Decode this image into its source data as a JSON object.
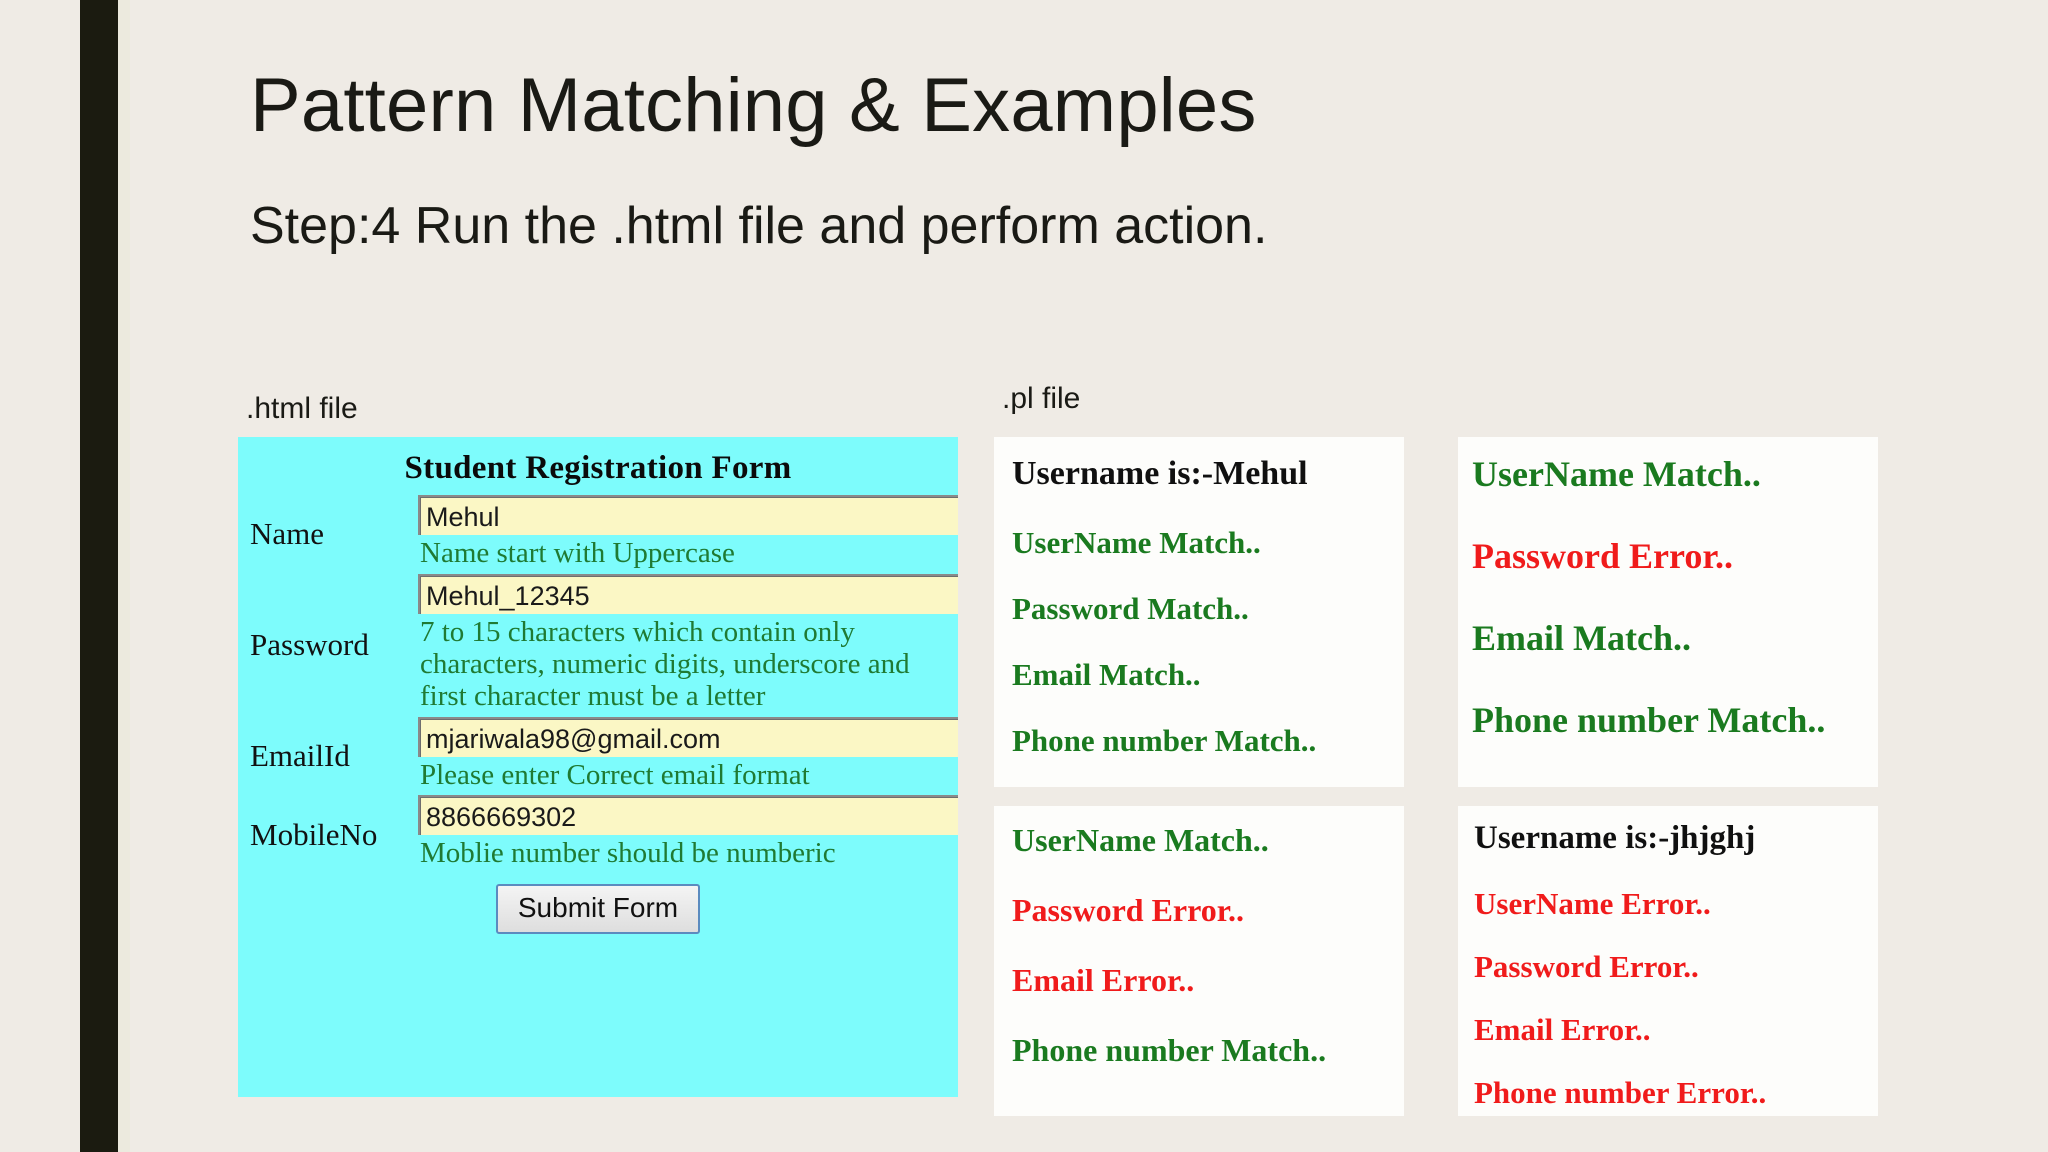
{
  "slide": {
    "title": "Pattern Matching & Examples",
    "subtitle": "Step:4 Run the .html file and perform action.",
    "bg_color": "#efebe5",
    "bar_color": "#1b1b10"
  },
  "captions": {
    "html_file": ".html file",
    "pl_file": ".pl file"
  },
  "form": {
    "title": "Student Registration Form",
    "bg_color": "#7dfcfc",
    "input_bg_color": "#fbf7c5",
    "hint_color": "#1f7a33",
    "submit_label": "Submit Form",
    "fields": [
      {
        "label": "Name",
        "value": "Mehul",
        "hint": "Name start with Uppercase",
        "name": "name"
      },
      {
        "label": "Password",
        "value": "Mehul_12345",
        "hint": "7 to 15 characters which contain only characters, numeric digits, underscore and first character must be a letter",
        "name": "password"
      },
      {
        "label": "EmailId",
        "value": "mjariwala98@gmail.com",
        "hint": "Please enter Correct email format",
        "name": "emailid"
      },
      {
        "label": "MobileNo",
        "value": "8866669302",
        "hint": "Moblie number should be numberic",
        "name": "mobileno"
      }
    ]
  },
  "output_panels": [
    {
      "id": "panel-1",
      "lines": [
        {
          "text": "Username is:-Mehul",
          "status": "head"
        },
        {
          "text": "UserName Match..",
          "status": "match"
        },
        {
          "text": "Password Match..",
          "status": "match"
        },
        {
          "text": "Email Match..",
          "status": "match"
        },
        {
          "text": "Phone number Match..",
          "status": "match"
        }
      ]
    },
    {
      "id": "panel-2",
      "lines": [
        {
          "text": "UserName Match..",
          "status": "match"
        },
        {
          "text": "Password Error..",
          "status": "error"
        },
        {
          "text": "Email Match..",
          "status": "match"
        },
        {
          "text": "Phone number Match..",
          "status": "match"
        }
      ]
    },
    {
      "id": "panel-3",
      "lines": [
        {
          "text": "UserName Match..",
          "status": "match"
        },
        {
          "text": "Password Error..",
          "status": "error"
        },
        {
          "text": "Email Error..",
          "status": "error"
        },
        {
          "text": "Phone number Match..",
          "status": "match"
        }
      ]
    },
    {
      "id": "panel-4",
      "lines": [
        {
          "text": "Username is:-jhjghj",
          "status": "head"
        },
        {
          "text": "UserName Error..",
          "status": "error"
        },
        {
          "text": "Password Error..",
          "status": "error"
        },
        {
          "text": "Email Error..",
          "status": "error"
        },
        {
          "text": "Phone number Error..",
          "status": "error"
        }
      ]
    }
  ],
  "colors": {
    "match_green": "#1a7a1f",
    "error_red": "#f01b1b",
    "heading_black": "#101010"
  }
}
